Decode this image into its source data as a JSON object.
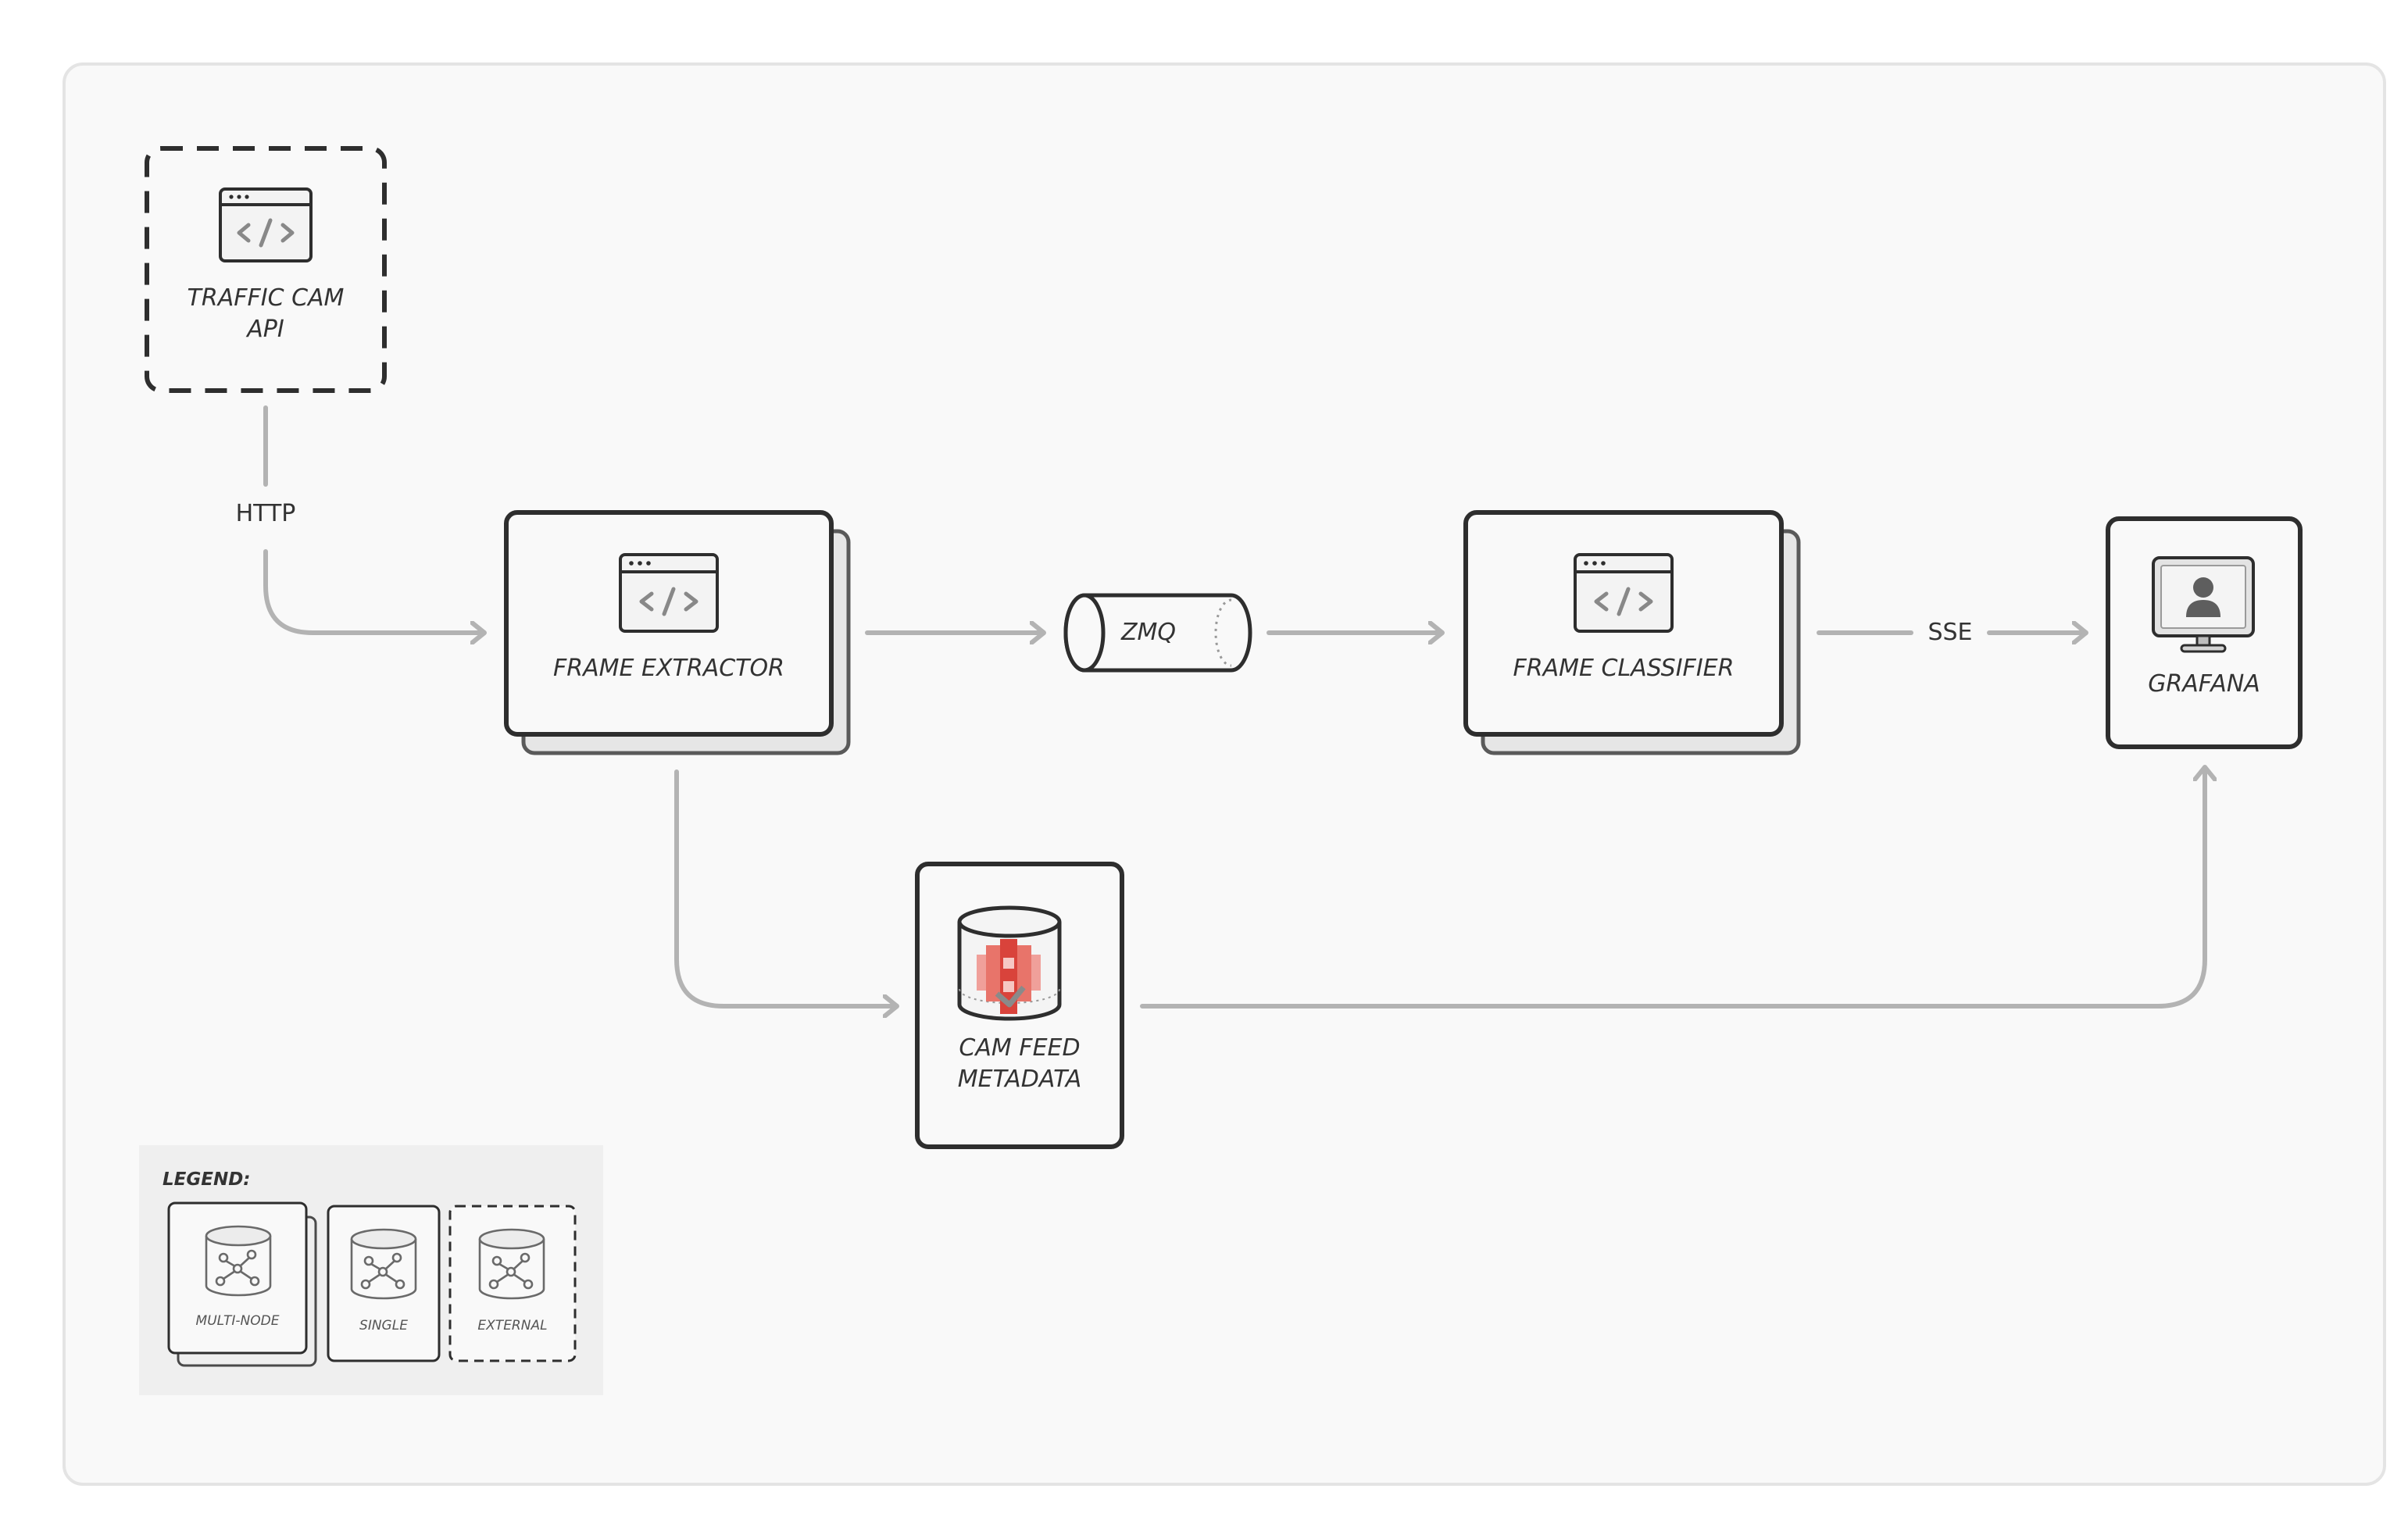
{
  "nodes": {
    "traffic_cam_api": {
      "line1": "TRAFFIC CAM",
      "line2": "API",
      "kind": "external",
      "icon": "code-window-icon"
    },
    "frame_extractor": {
      "label": "FRAME EXTRACTOR",
      "kind": "multi-node",
      "icon": "code-window-icon"
    },
    "zmq": {
      "label": "ZMQ",
      "kind": "queue",
      "icon": "cylinder-queue-icon"
    },
    "frame_classifier": {
      "label": "FRAME CLASSIFIER",
      "kind": "multi-node",
      "icon": "code-window-icon"
    },
    "grafana": {
      "label": "GRAFANA",
      "kind": "single",
      "icon": "monitor-user-icon"
    },
    "cam_feed_metadata": {
      "line1": "CAM FEED",
      "line2": "METADATA",
      "kind": "single",
      "icon": "database-redshift-icon"
    }
  },
  "edges": [
    {
      "from": "traffic_cam_api",
      "to": "frame_extractor",
      "label": "HTTP"
    },
    {
      "from": "frame_extractor",
      "to": "zmq",
      "label": ""
    },
    {
      "from": "zmq",
      "to": "frame_classifier",
      "label": ""
    },
    {
      "from": "frame_classifier",
      "to": "grafana",
      "label": "SSE"
    },
    {
      "from": "frame_extractor",
      "to": "cam_feed_metadata",
      "label": ""
    },
    {
      "from": "cam_feed_metadata",
      "to": "grafana",
      "label": ""
    }
  ],
  "legend": {
    "title": "LEGEND:",
    "items": [
      {
        "label": "MULTI-NODE",
        "icon": "database-network-icon"
      },
      {
        "label": "SINGLE",
        "icon": "database-network-icon"
      },
      {
        "label": "EXTERNAL",
        "icon": "database-network-icon"
      }
    ]
  },
  "colors": {
    "background": "#ffffff",
    "panel": "#f9f9f9",
    "panel_border": "#e4e4e4",
    "node_border": "#2e2e2e",
    "node_fill": "#f9f9f9",
    "shadow_fill": "#e6e6e6",
    "arrow": "#b3b3b3",
    "db_accent": "#e8746a"
  }
}
